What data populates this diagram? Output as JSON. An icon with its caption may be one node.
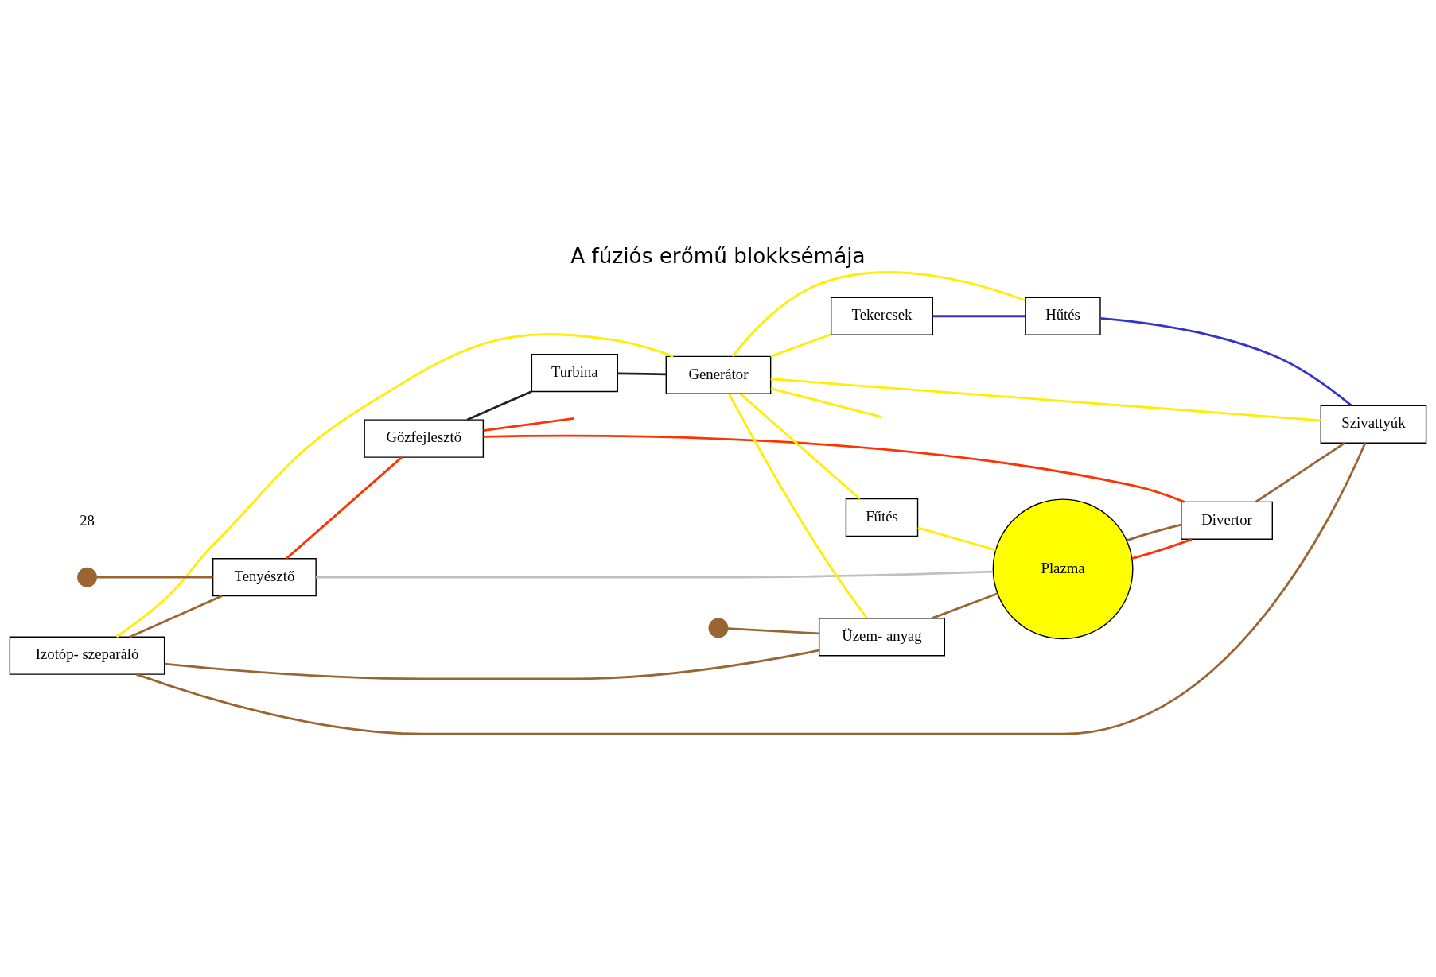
{
  "diagram": {
    "title": "A fúziós erőmű blokksémája",
    "nodes": [
      {
        "text": [
          "Tekercsek"
        ]
      },
      {
        "text": [
          "Hűtés"
        ]
      },
      {
        "text": [
          "Fűtés"
        ]
      },
      {
        "text": [
          "Plazma"
        ]
      },
      {
        "text": [
          "Üzem- anyag"
        ]
      },
      {
        "text": [
          "Tenyésztő"
        ]
      },
      {
        "text": [
          "Gőzfejlesztő"
        ]
      },
      {
        "text": [
          "Turbina"
        ]
      },
      {
        "text": [
          "Izotóp- szeparáló"
        ]
      },
      {
        "text": [
          "Divertor"
        ]
      },
      {
        "text": [
          "Generátor"
        ]
      },
      {
        "text": [
          "Szivattyúk"
        ]
      },
      {
        "text": [],
        "shape": "circle"
      },
      {
        "text": [],
        "shape": "circle"
      }
    ],
    "edges": [
      {
        "from": 0,
        "to": 1,
        "arrow": "none",
        "color": "#3333cc"
      },
      {
        "from": 10,
        "to": 0,
        "arrow": "none"
      },
      {
        "from": 10,
        "to": 1,
        "arrow": "none"
      },
      {
        "from": 10,
        "to": 2,
        "arrow": "none"
      },
      {
        "from": 10,
        "to": 4,
        "arrow": "none"
      },
      {
        "from": 10,
        "to": 8,
        "arrow": "none"
      },
      {
        "from": 10,
        "to": 11,
        "arrow": "none"
      },
      {
        "from": 10,
        "to": null,
        "arrow": "none"
      },
      {
        "from": 2,
        "to": 3,
        "arrow": "none"
      },
      {
        "from": 1,
        "to": 11,
        "arrow": "none",
        "color": "#3333cc"
      },
      {
        "from": 3,
        "to": 5,
        "arrow": "none",
        "color": "#c0c0c0"
      },
      {
        "from": 5,
        "to": 6,
        "arrow": "none",
        "color": "#ff3300"
      },
      {
        "from": 3,
        "to": 9,
        "arrow": "none",
        "color": "#ff3300"
      },
      {
        "from": 9,
        "to": 6,
        "arrow": "none",
        "color": "#ff3300"
      },
      {
        "from": 6,
        "to": null,
        "arrow": "none",
        "color": "#ff3300"
      },
      {
        "from": 6,
        "to": 7,
        "arrow": "none",
        "color": "#222222"
      },
      {
        "from": 7,
        "to": 10,
        "arrow": "none",
        "color": "#222222"
      },
      {
        "from": 12,
        "to": 5,
        "arrow": "none",
        "color": "#996633"
      },
      {
        "from": 13,
        "to": 4,
        "arrow": "none",
        "color": "#996633"
      },
      {
        "from": 4,
        "to": 3,
        "arrow": "none",
        "color": "#996633"
      },
      {
        "from": 4,
        "to": 8,
        "arrow": "none",
        "color": "#996633"
      },
      {
        "from": 3,
        "to": 9,
        "arrow": "none",
        "color": "#996633"
      },
      {
        "from": 9,
        "to": 11,
        "arrow": "none",
        "color": "#996633"
      },
      {
        "from": 8,
        "to": 11,
        "arrow": "none",
        "color": "#996633"
      },
      {
        "from": 8,
        "to": 5,
        "arrow": "none",
        "color": "#996633"
      }
    ],
    "labels": [
      "28"
    ]
  }
}
